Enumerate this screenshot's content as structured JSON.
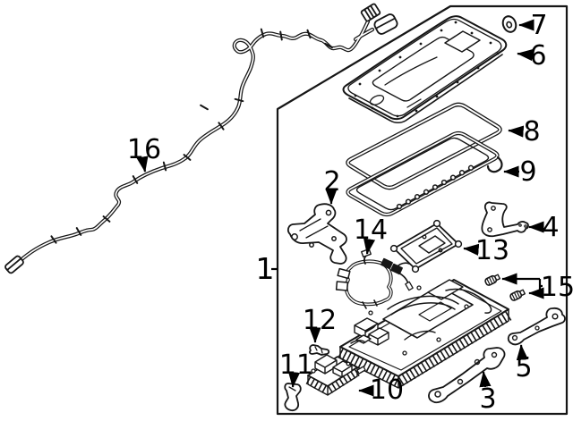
{
  "diagram": {
    "background_color": "#ffffff",
    "line_color": "#161616",
    "label_color": "#000000",
    "callouts": {
      "c1": "1",
      "c2": "2",
      "c3": "3",
      "c4": "4",
      "c5": "5",
      "c6": "6",
      "c7": "7",
      "c8": "8",
      "c9": "9",
      "c10": "10",
      "c11": "11",
      "c12": "12",
      "c13": "13",
      "c14": "14",
      "c15": "15",
      "c16": "16"
    }
  }
}
